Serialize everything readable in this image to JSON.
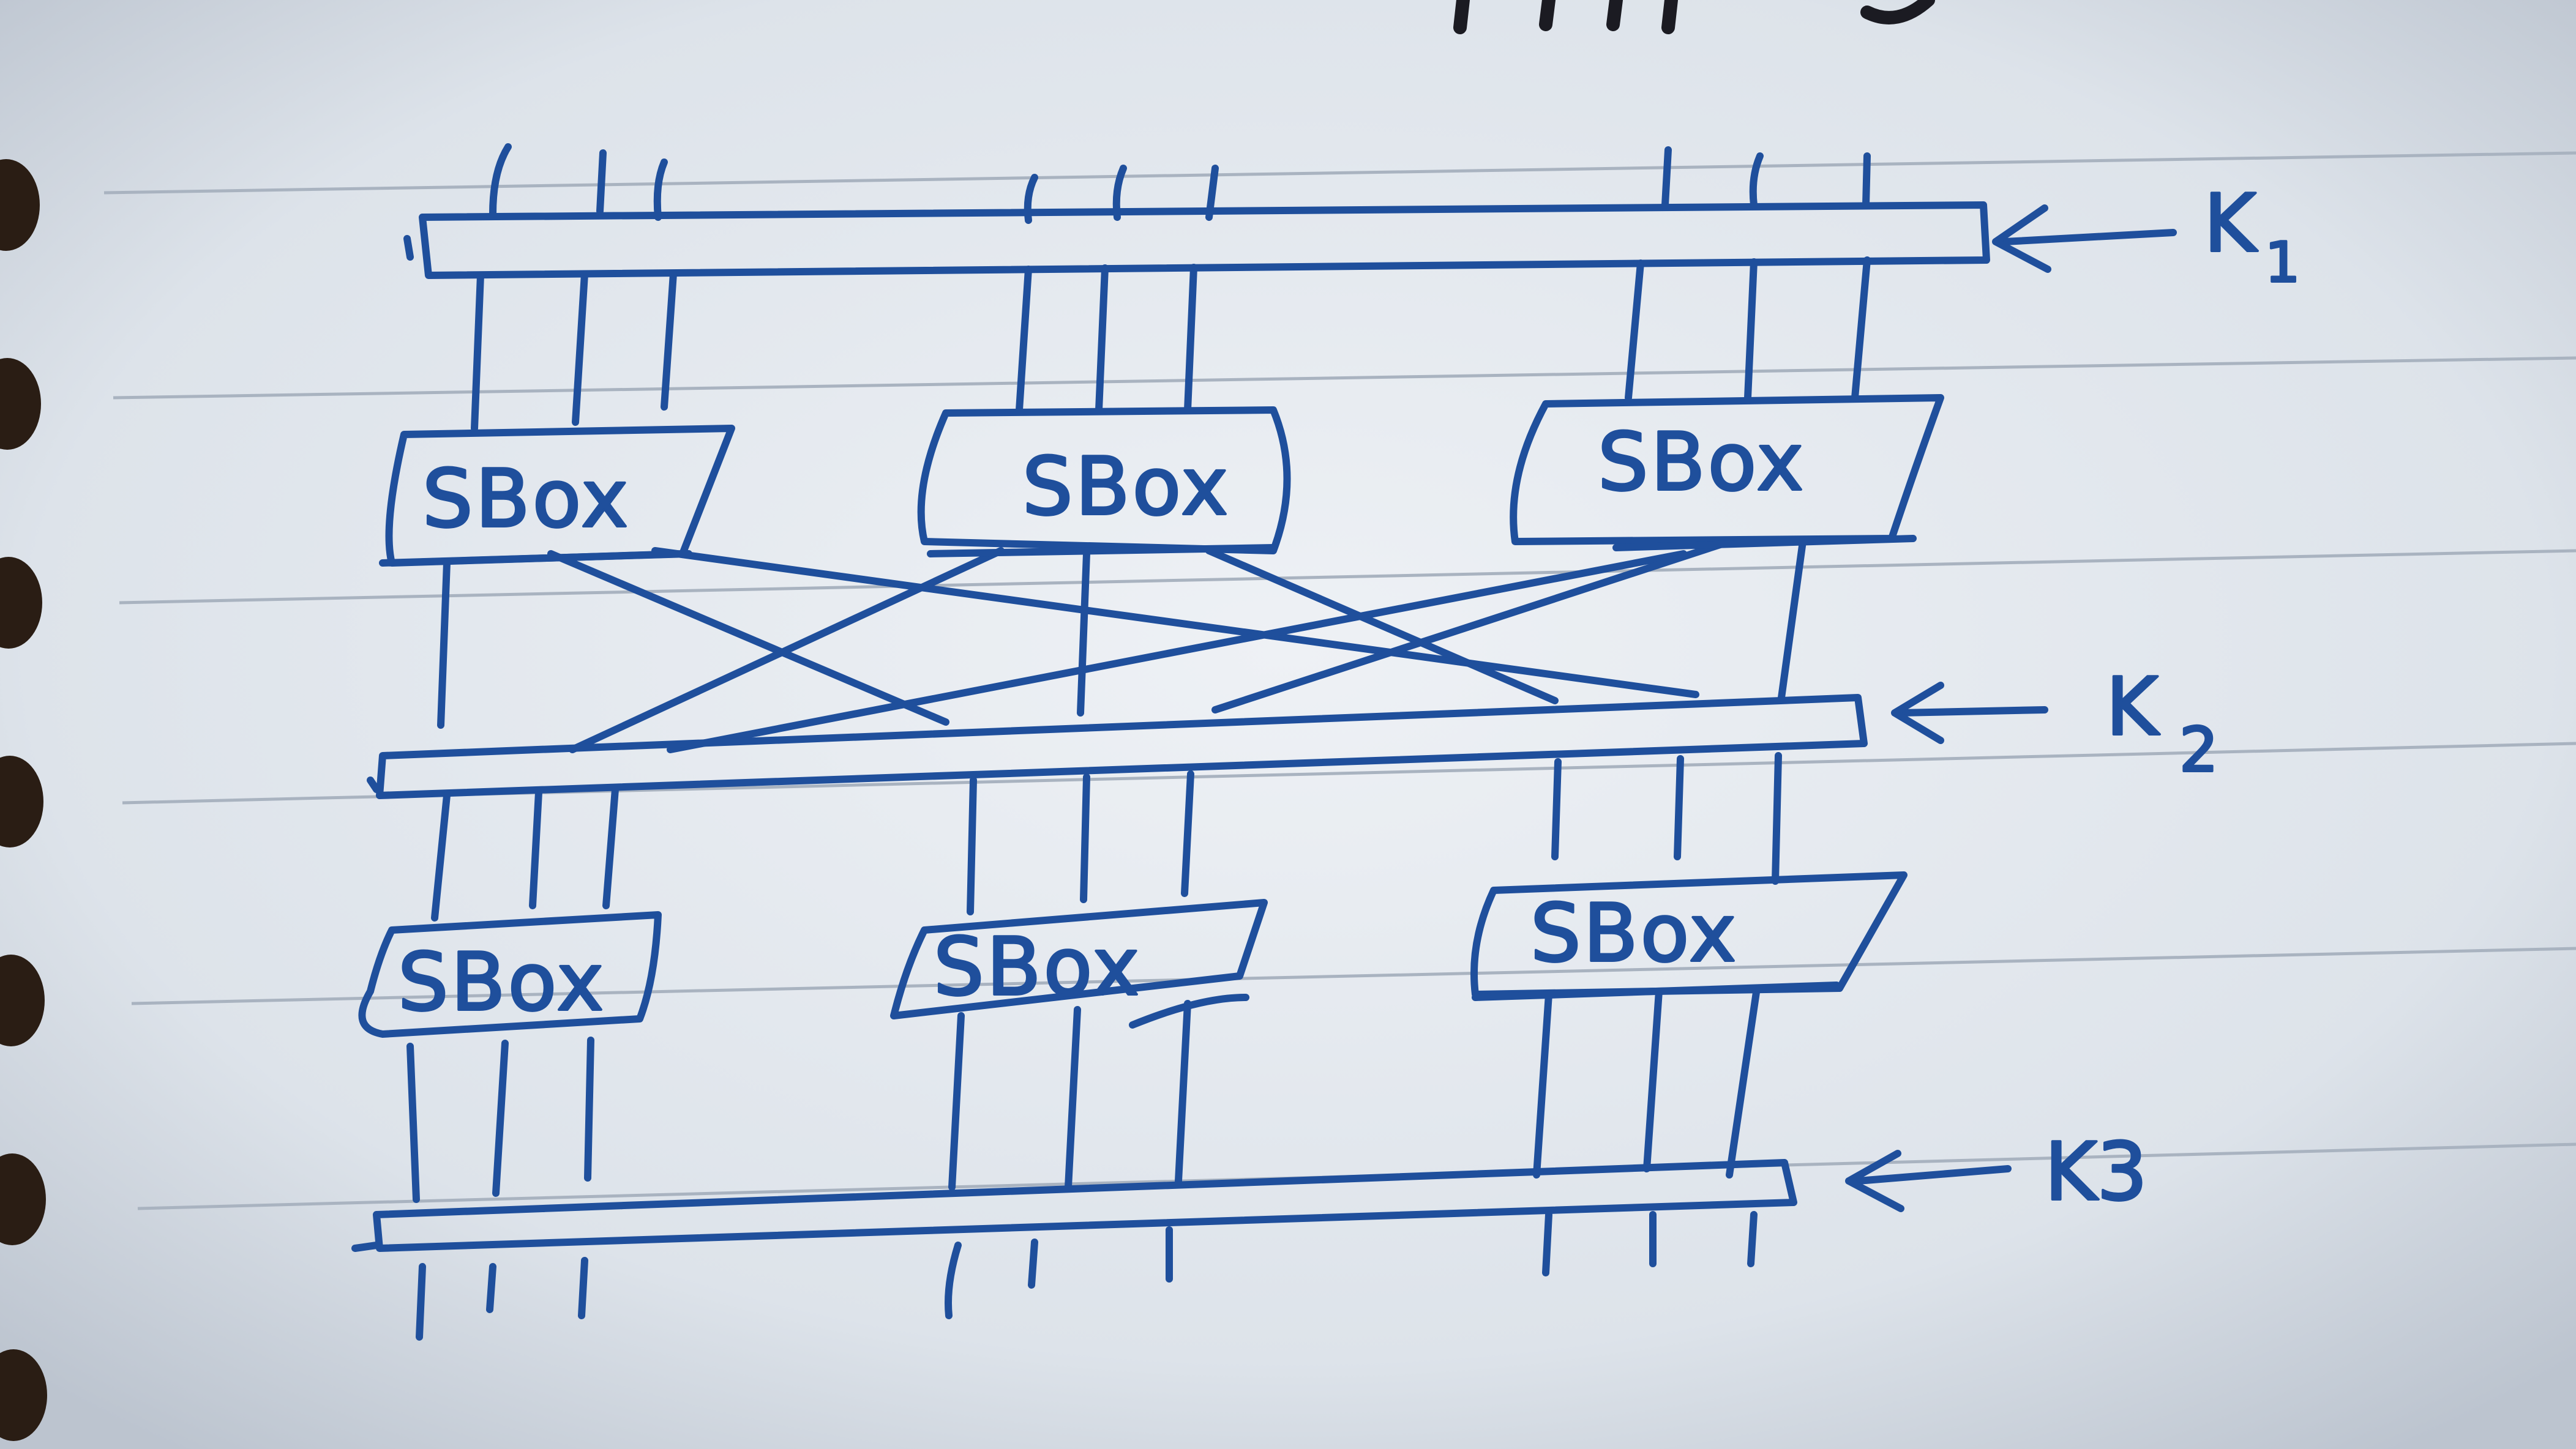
{
  "colors": {
    "ink": "#1f4f9c",
    "paper": "#e7ebf1",
    "paper_shadow": "#cbd2db",
    "rule_line": "#a9b3c0",
    "binding_hole": "#2a1d14"
  },
  "sbox_label": "SBox",
  "round_keys": [
    {
      "id": "k1",
      "label": "K1",
      "main": "K",
      "sub": "1"
    },
    {
      "id": "k2",
      "label": "K2",
      "main": "K",
      "sub": "2"
    },
    {
      "id": "k3",
      "label": "K3",
      "main": "K",
      "sub": "3"
    }
  ],
  "rounds": [
    {
      "sboxes": [
        {
          "label": "SBox"
        },
        {
          "label": "SBox"
        },
        {
          "label": "SBox"
        }
      ]
    },
    {
      "sboxes": [
        {
          "label": "SBox"
        },
        {
          "label": "SBox"
        },
        {
          "label": "SBox"
        }
      ]
    }
  ]
}
